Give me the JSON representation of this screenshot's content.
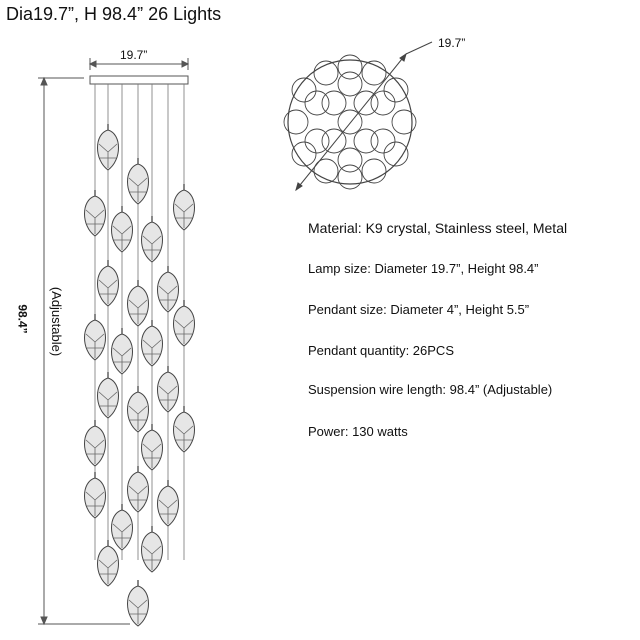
{
  "header": {
    "title": "Dia19.7”, H 98.4”  26 Lights"
  },
  "dimensions": {
    "canopy_width": "19.7”",
    "top_view_diameter": "19.7”",
    "height": "98.4”",
    "adjustable_note": "(Adjustable)"
  },
  "specs": [
    {
      "text": "Material: K9 crystal, Stainless steel, Metal"
    },
    {
      "text": "Lamp size: Diameter 19.7”, Height 98.4”"
    },
    {
      "text": "Pendant size: Diameter 4”, Height 5.5”"
    },
    {
      "text": "Pendant quantity: 26PCS"
    },
    {
      "text": "Suspension wire length:  98.4”  (Adjustable)"
    },
    {
      "text": "Power:  130 watts"
    }
  ],
  "colors": {
    "line": "#555555",
    "ink": "#111111"
  }
}
